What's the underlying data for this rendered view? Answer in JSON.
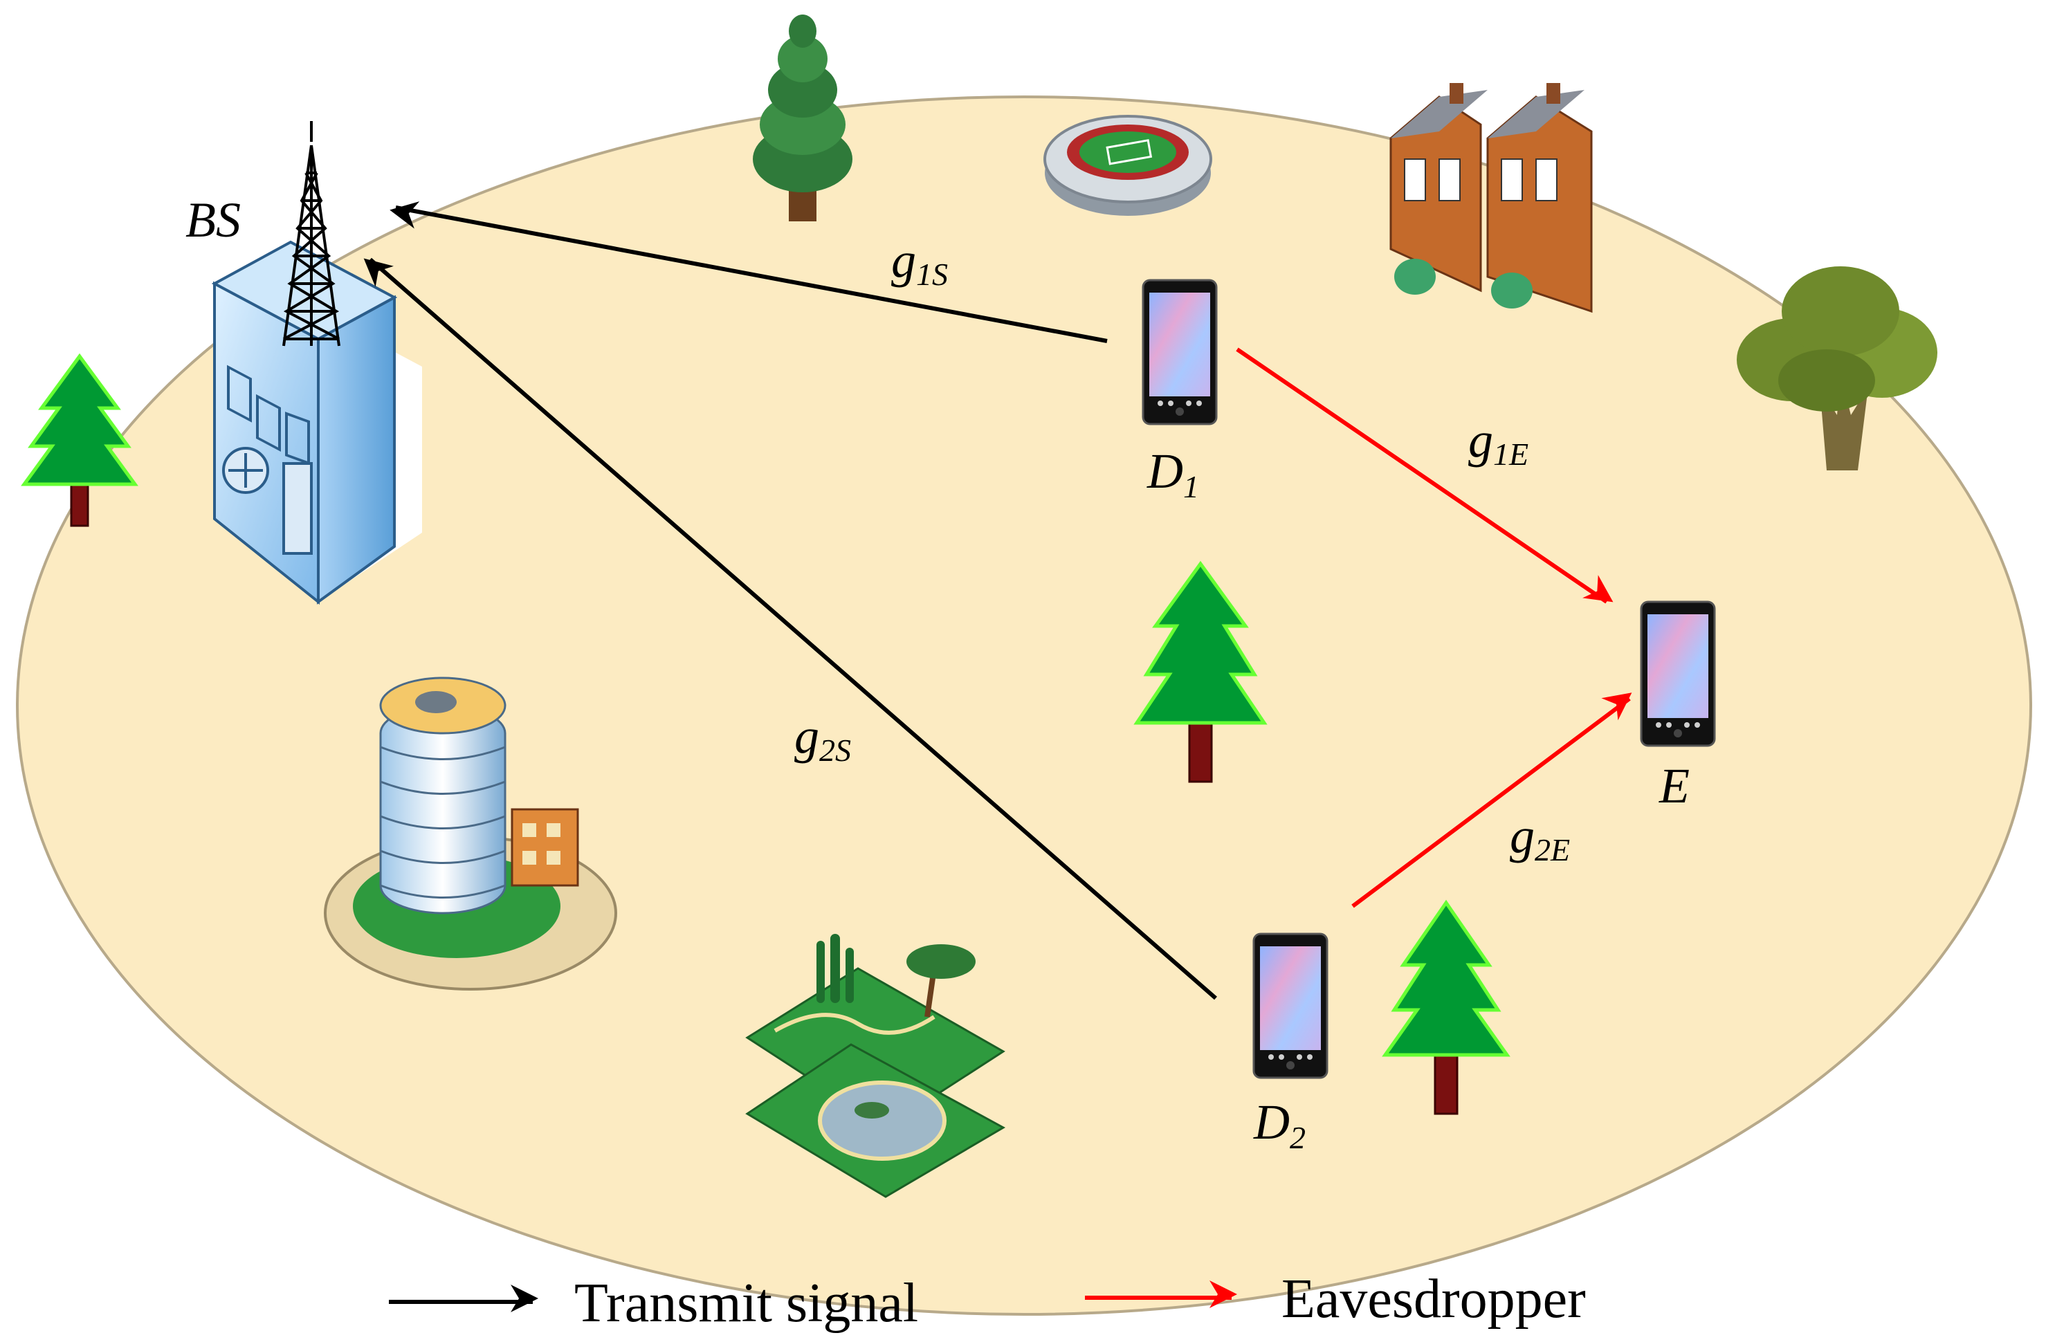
{
  "colors": {
    "area_fill": "#FCEBC2",
    "area_stroke": "#B7A98A",
    "transmit": "#000000",
    "eavesdrop": "#FF0000",
    "tree_green": "#009933",
    "tree_outline": "#66FF33",
    "trunk": "#7A1010"
  },
  "nodes": {
    "bs": {
      "label": "BS",
      "icon": "cell-tower-building-icon"
    },
    "d1": {
      "label": "D",
      "sub": "1",
      "icon": "smartphone-icon"
    },
    "d2": {
      "label": "D",
      "sub": "2",
      "icon": "smartphone-icon"
    },
    "e": {
      "label": "E",
      "icon": "smartphone-icon"
    }
  },
  "links": {
    "g1s": {
      "label": "g",
      "sub": "1S",
      "kind": "transmit",
      "from": "d1",
      "to": "bs"
    },
    "g2s": {
      "label": "g",
      "sub": "2S",
      "kind": "transmit",
      "from": "d2",
      "to": "bs"
    },
    "g1e": {
      "label": "g",
      "sub": "1E",
      "kind": "eavesdrop",
      "from": "d1",
      "to": "e"
    },
    "g2e": {
      "label": "g",
      "sub": "2E",
      "kind": "eavesdrop",
      "from": "d2",
      "to": "e"
    }
  },
  "legend": {
    "transmit": "Transmit signal",
    "eavesdrop": "Eavesdropper"
  },
  "decorations": [
    "pine-tree-icon",
    "stadium-icon",
    "houses-icon",
    "oak-tree-icon",
    "office-building-icon",
    "park-icon"
  ]
}
